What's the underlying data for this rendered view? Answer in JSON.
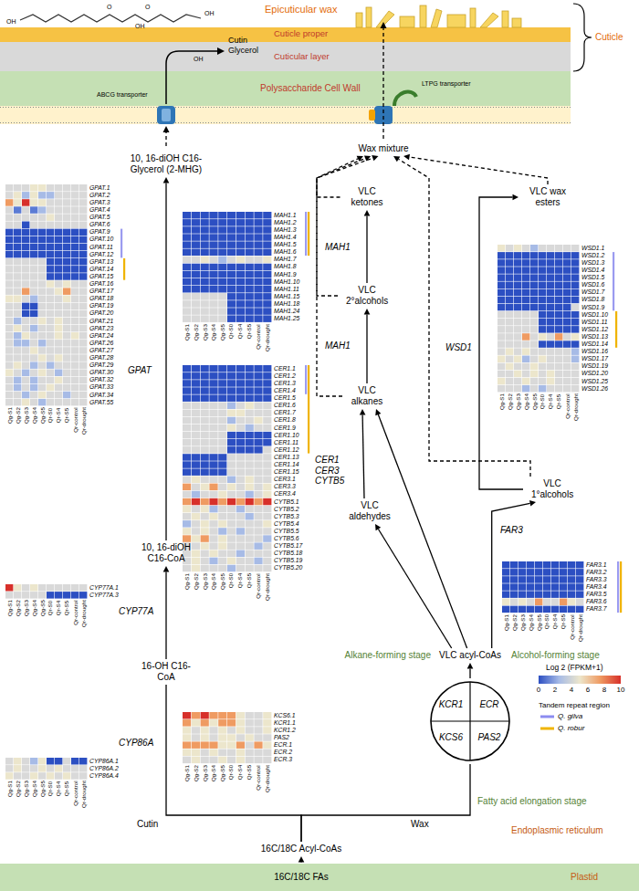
{
  "diagram": {
    "nodes": [
      {
        "text": [
          "10, 16-diOH C16-Glycerol (2-MHG)"
        ]
      },
      {
        "text": [
          "Wax mixture"
        ]
      },
      {
        "text": [
          "VLC ketones"
        ]
      },
      {
        "text": [
          "VLC wax esters"
        ]
      },
      {
        "text": [
          "VLC 2°alcohols"
        ]
      },
      {
        "text": [
          "VLC alkanes"
        ]
      },
      {
        "text": [
          "VLC aldehydes"
        ]
      },
      {
        "text": [
          "VLC 1°alcohols"
        ]
      },
      {
        "text": [
          "10, 16-diOH C16-CoA"
        ]
      },
      {
        "text": [
          "16-OH C16-CoA"
        ]
      },
      {
        "text": [
          "VLC acyl-CoAs"
        ]
      },
      {
        "text": [
          "KCR1",
          "ECR",
          "KCS6",
          "PAS2"
        ]
      },
      {
        "text": [
          "16C/18C Acyl-CoAs"
        ]
      },
      {
        "text": [
          "16C/18C FAs",
          "Plastid"
        ]
      }
    ],
    "edges": [
      {
        "from": 13,
        "to": 12,
        "arrow": "to"
      },
      {
        "from": 12,
        "to": 9,
        "arrow": "to"
      },
      {
        "from": 12,
        "to": 11,
        "arrow": "to"
      },
      {
        "from": 11,
        "to": 10,
        "arrow": "to"
      },
      {
        "from": 9,
        "to": 8,
        "arrow": "to"
      },
      {
        "from": 8,
        "to": 0,
        "arrow": "to"
      },
      {
        "from": 10,
        "to": 6,
        "arrow": "to"
      },
      {
        "from": 10,
        "to": 5,
        "arrow": "to"
      },
      {
        "from": 10,
        "to": 7,
        "arrow": "to"
      },
      {
        "from": 6,
        "to": 5,
        "arrow": "to"
      },
      {
        "from": 5,
        "to": 4,
        "arrow": "to"
      },
      {
        "from": 4,
        "to": 2,
        "arrow": "to"
      },
      {
        "from": 7,
        "to": 3,
        "arrow": "to"
      },
      {
        "from": 5,
        "to": 1,
        "arrow": "to"
      },
      {
        "from": 4,
        "to": 1,
        "arrow": "to"
      },
      {
        "from": 2,
        "to": 1,
        "arrow": "to"
      },
      {
        "from": 3,
        "to": 1,
        "arrow": "to"
      },
      {
        "from": 7,
        "to": 1,
        "arrow": "to"
      }
    ],
    "labels": [
      "GPAT.1",
      "GPAT.2",
      "GPAT.3",
      "GPAT.4",
      "GPAT.5",
      "GPAT.6",
      "GPAT.9",
      "GPAT.10",
      "GPAT.11",
      "GPAT.12",
      "GPAT.13",
      "GPAT.14",
      "GPAT.15",
      "GPAT.16",
      "GPAT.17",
      "GPAT.18",
      "GPAT.19",
      "GPAT.20",
      "GPAT.21",
      "GPAT.23",
      "GPAT.24",
      "GPAT.26",
      "GPAT.27",
      "GPAT.28",
      "GPAT.29",
      "GPAT.30",
      "GPAT.32",
      "GPAT.33",
      "GPAT.34",
      "GPAT.55",
      "Qg-S1",
      "Qg-S2",
      "Qg-S3",
      "Qg-S4",
      "Qg-S5",
      "Qr-S0",
      "Qr-S4",
      "Qr-S5",
      "Qr-control",
      "Qr-drought",
      "MAH1.1",
      "MAH1.2",
      "MAH1.3",
      "MAH1.4",
      "MAH1.5",
      "MAH1.6",
      "MAH1.7",
      "MAH1.8",
      "MAH1.9",
      "MAH1.10",
      "MAH1.11",
      "MAH1.15",
      "MAH1.18",
      "MAH1.24",
      "MAH1.25",
      "Qg-S1",
      "Qg-S2",
      "Qg-S3",
      "Qg-S4",
      "Qg-S5",
      "Qr-S0",
      "Qr-S4",
      "Qr-S5",
      "Qr-control",
      "Qr-drought",
      "CER1.1",
      "CER1.2",
      "CER1.3",
      "CER1.4",
      "CER1.5",
      "CER1.6",
      "CER1.7",
      "CER1.8",
      "CER1.9",
      "CER1.10",
      "CER1.11",
      "CER1.12",
      "CER1.13",
      "CER1.14",
      "CER1.15",
      "CER3.1",
      "CER3.3",
      "CER3.4",
      "CYTB5.1",
      "CYTB5.2",
      "CYTB5.3",
      "CYTB5.4",
      "CYTB5.5",
      "CYTB5.6",
      "CYTB5.17",
      "CYTB5.18",
      "CYTB5.19",
      "CYTB5.20",
      "Qg-S1",
      "Qg-S2",
      "Qg-S3",
      "Qg-S4",
      "Qg-S5",
      "Qr-S0",
      "Qr-S4",
      "Qr-S5",
      "Qr-control",
      "Qr-drought",
      "WSD1.1",
      "WSD1.2",
      "WSD1.3",
      "WSD1.4",
      "WSD1.5",
      "WSD1.6",
      "WSD1.7",
      "WSD1.8",
      "WSD1.9",
      "WSD1.10",
      "WSD1.11",
      "WSD1.12",
      "WSD1.13",
      "WSD1.14",
      "WSD1.16",
      "WSD1.17",
      "WSD1.19",
      "WSD1.20",
      "WSD1.25",
      "WSD1.26",
      "Qg-S1",
      "Qg-S2",
      "Qg-S3",
      "Qg-S4",
      "Qg-S5",
      "Qr-S0",
      "Qr-S4",
      "Qr-S5",
      "Qr-control",
      "Qr-drought",
      "FAR3.1",
      "FAR3.2",
      "FAR3.3",
      "FAR3.4",
      "FAR3.5",
      "FAR3.6",
      "FAR3.7",
      "Qg-S1",
      "Qg-S2",
      "Qg-S3",
      "Qg-S4",
      "Qg-S5",
      "Qr-S0",
      "Qr-S4",
      "Qr-S5",
      "Qr-control",
      "Qr-drought",
      "CYP77A.1",
      "CYP77A.3",
      "Qg-S1",
      "Qg-S2",
      "Qg-S3",
      "Qg-S4",
      "Qg-S5",
      "Qr-S0",
      "Qr-S4",
      "Qr-S5",
      "Qr-control",
      "Qr-drought",
      "CYP86A.1",
      "CYP86A.2",
      "CYP86A.4",
      "Qg-S1",
      "Qg-S2",
      "Qg-S3",
      "Qg-S4",
      "Qg-S5",
      "Qr-S0",
      "Qr-S4",
      "Qr-S5",
      "Qr-control",
      "Qr-drought",
      "KCS6.1",
      "KCR1.1",
      "KCR1.2",
      "PAS2",
      "ECR.1",
      "ECR.2",
      "ECR.3",
      "Qg-S1",
      "Qg-S2",
      "Qg-S3",
      "Qg-S4",
      "Qg-S5",
      "Qr-S0",
      "Qr-S4",
      "Qr-S5",
      "Qr-control",
      "Qr-drought",
      "Epicuticular wax",
      "Cuticle proper",
      "Cuticular layer",
      "Cutin",
      "Glycerol",
      "Polysaccharide Cell Wall",
      "Cuticle",
      "ABCG transporter",
      "LTPG transporter",
      "OH",
      "O",
      "O",
      "OH",
      "OH",
      "OH",
      "GPAT",
      "CYP77A",
      "CYP86A",
      "MAH1",
      "MAH1",
      "CER1 CER3 CYTB5",
      "WSD1",
      "FAR3",
      "Alkane-forming stage",
      "Alcohol-forming stage",
      "Fatty acid elongation stage",
      "Cutin",
      "Wax",
      "Endoplasmic reticulum",
      "Log 2 (FPKM+1)",
      "0",
      "2",
      "4",
      "6",
      "8",
      "10",
      "Tandem repeat region"
    ],
    "legend": [
      {
        "text": "Q. gilva"
      },
      {
        "text": "Q. robur"
      }
    ]
  }
}
